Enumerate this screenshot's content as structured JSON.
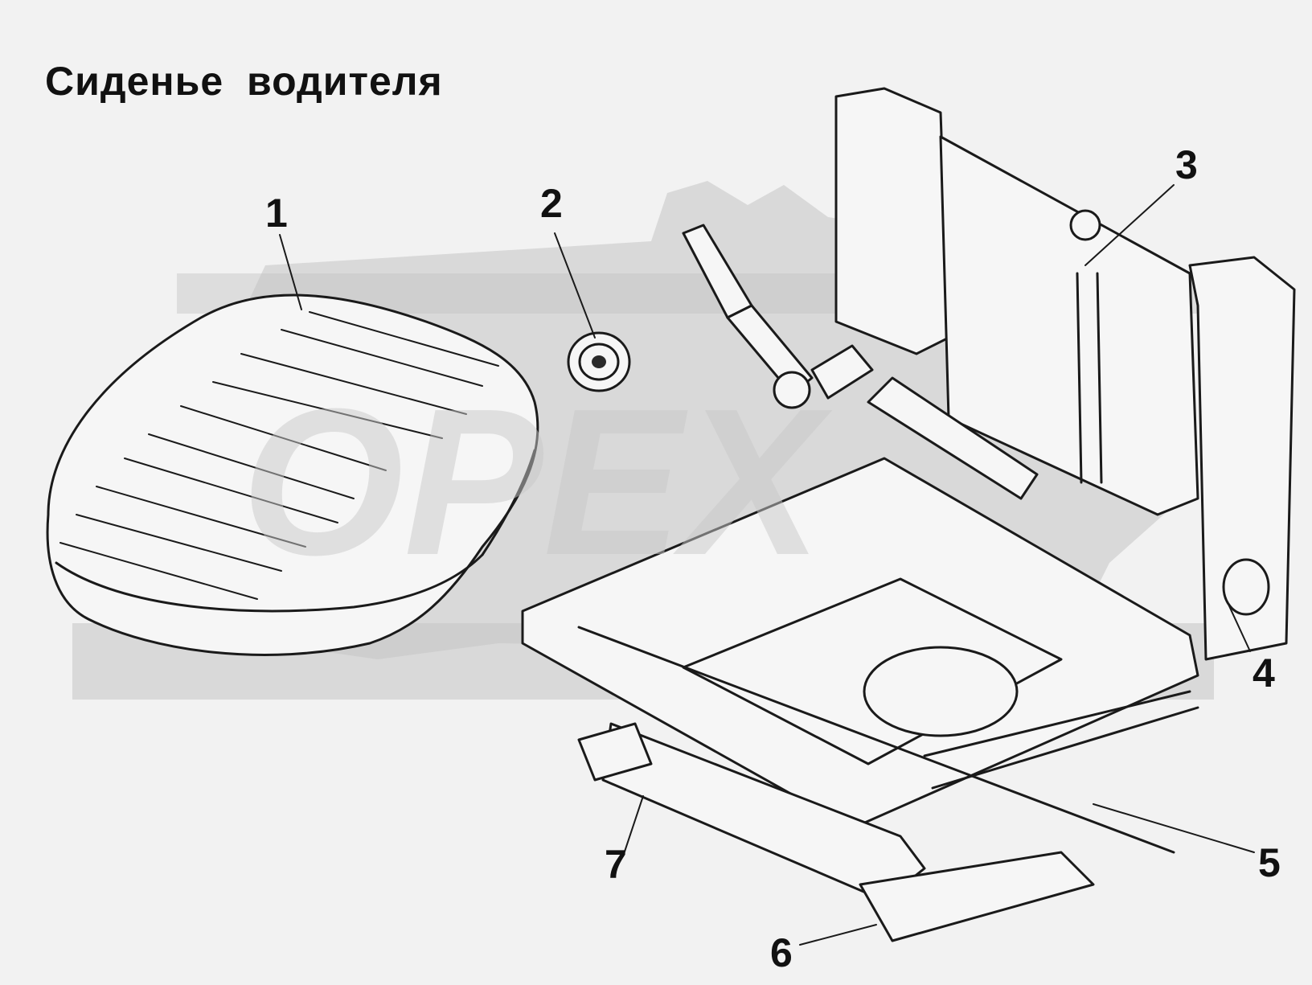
{
  "title": "Сиденье водителя",
  "callouts": [
    "1",
    "2",
    "3",
    "4",
    "5",
    "6",
    "7"
  ],
  "watermark": "OPEX",
  "colors": {
    "background": "#f2f2f2",
    "watermark": "#c4c4c4",
    "ink": "#1a1a1a"
  }
}
